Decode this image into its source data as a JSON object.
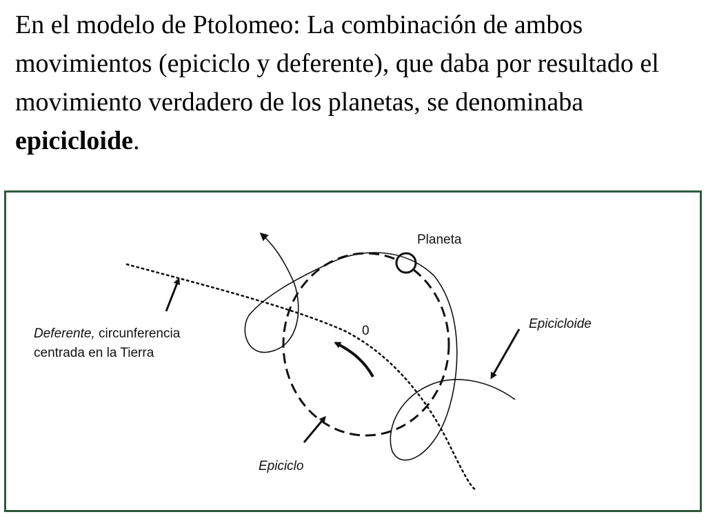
{
  "intro": {
    "text_before": "En el modelo de Ptolomeo: La combinación de ambos movimientos (epiciclo y deferente), que daba por resultado el movimiento verdadero de los planetas, se denominaba ",
    "term": "epicicloide",
    "text_after": "."
  },
  "diagram": {
    "label_planeta": "Planeta",
    "label_center": "0",
    "label_deferente_italic": "Deferente,",
    "label_deferente_rest": " circunferencia",
    "label_deferente_line2": "centrada en la Tierra",
    "label_epicicloide": "Epicicloide",
    "label_epiciclo": "Epiciclo"
  }
}
